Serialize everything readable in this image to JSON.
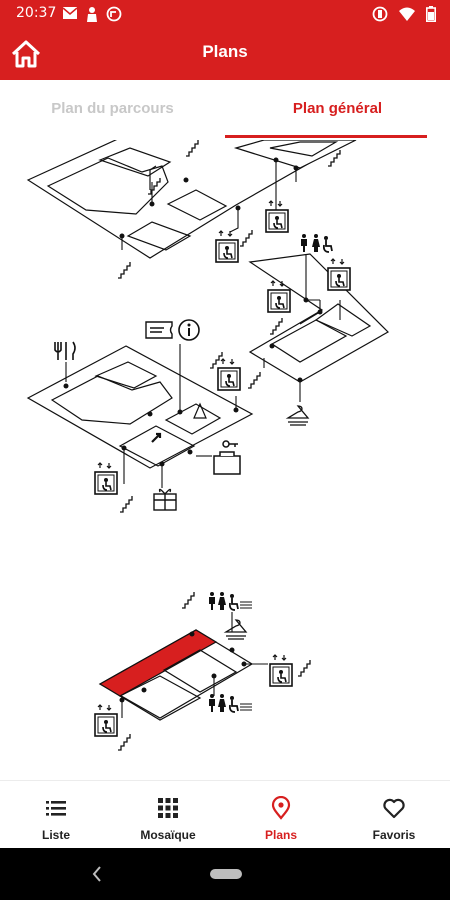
{
  "status_bar": {
    "time": "20:37",
    "background": "#d71f1f",
    "left_icons": [
      "mail-icon",
      "person-icon",
      "cast-icon"
    ],
    "right_icons": [
      "vibrate-icon",
      "wifi-icon",
      "battery-icon"
    ]
  },
  "app_bar": {
    "title": "Plans",
    "home_icon": "home-icon"
  },
  "tabs": [
    {
      "label": "Plan du parcours",
      "active": false
    },
    {
      "label": "Plan général",
      "active": true
    }
  ],
  "map": {
    "highlight_color": "#d71f1f",
    "icons": [
      "elevator-icon",
      "stairs-icon",
      "restroom-icon",
      "restaurant-icon",
      "ticket-icon",
      "info-icon",
      "cloakroom-icon",
      "lockers-icon",
      "gift-shop-icon",
      "entrance-arrow-icon"
    ]
  },
  "bottom_nav": [
    {
      "label": "Liste",
      "icon": "list-icon",
      "active": false
    },
    {
      "label": "Mosaïque",
      "icon": "grid-icon",
      "active": false
    },
    {
      "label": "Plans",
      "icon": "map-pin-icon",
      "active": true
    },
    {
      "label": "Favoris",
      "icon": "heart-icon",
      "active": false
    }
  ],
  "colors": {
    "accent": "#d71f1f",
    "inactive_tab": "#c8c8c8"
  }
}
